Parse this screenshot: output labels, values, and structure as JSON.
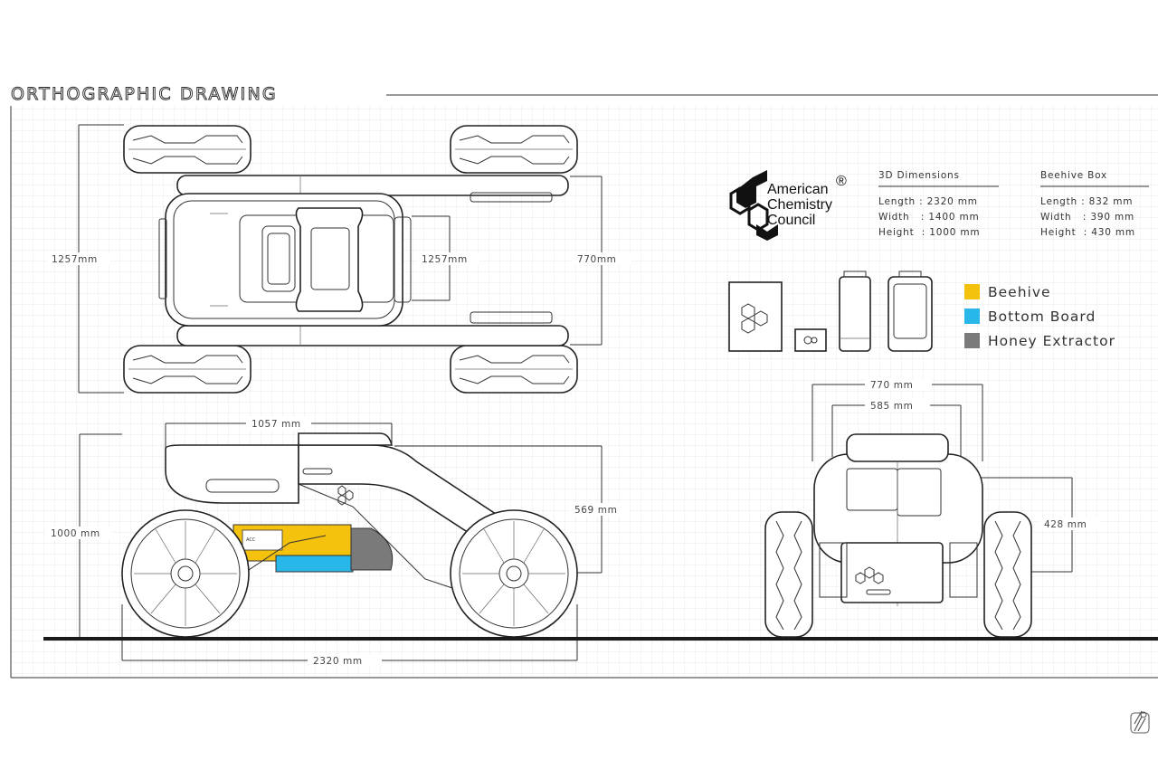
{
  "title": "ORTHOGRAPHIC DRAWING",
  "top_view": {
    "width_left": "1257mm",
    "width_inner": "1257mm",
    "width_right": "770mm"
  },
  "side_view": {
    "top_length": "1057 mm",
    "height": "1000 mm",
    "upper_height": "569 mm",
    "length": "2320 mm"
  },
  "front_view": {
    "outer_width": "770 mm",
    "inner_width": "585 mm",
    "box_height": "428 mm"
  },
  "logo": {
    "line1": "American",
    "line2": "Chemistry",
    "line3": "Council",
    "mark": "®"
  },
  "specs": {
    "dimensions": {
      "heading": "3D Dimensions",
      "rows": [
        "Length : 2320 mm",
        "Width   : 1400 mm",
        "Height  : 1000 mm"
      ]
    },
    "beehive_box": {
      "heading": "Beehive Box",
      "rows": [
        "Length : 832 mm",
        "Width   : 390 mm",
        "Height  : 430 mm"
      ]
    }
  },
  "legend": [
    {
      "label": "Beehive",
      "color": "#f4c20d"
    },
    {
      "label": "Bottom Board",
      "color": "#29b6e8"
    },
    {
      "label": "Honey Extractor",
      "color": "#7a7a7a"
    }
  ],
  "colors": {
    "grid": "#e3e3e3",
    "line": "#333333",
    "ground": "#1a1a1a"
  },
  "icons": [
    "hexagon-logo-icon",
    "bee-mark-icon"
  ]
}
